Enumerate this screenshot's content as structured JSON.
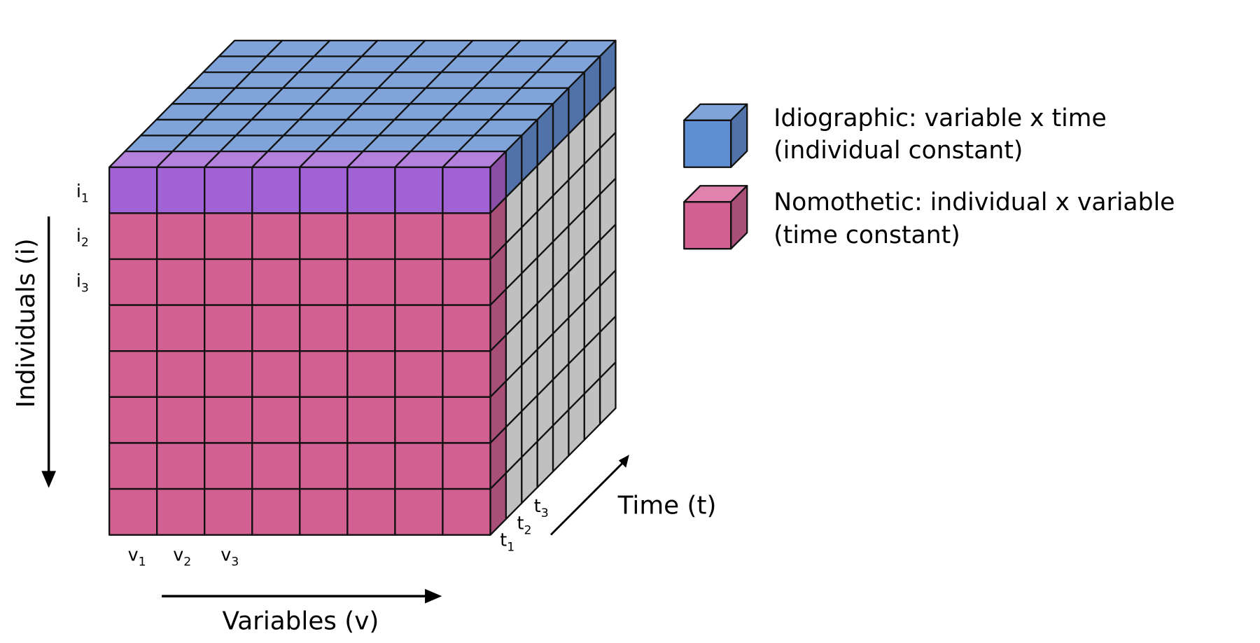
{
  "grid": {
    "individuals": 8,
    "variables": 8,
    "time_points": 8
  },
  "colors": {
    "idiographic_top": "#80a4da",
    "idiographic_side": "#5072a8",
    "idiographic_front": "#5f8fd2",
    "nomothetic_front": "#d36092",
    "nomothetic_top": "#df82ae",
    "nomothetic_side": "#a84f78",
    "overlap_front": "#a062d4",
    "overlap_top": "#b482dc",
    "overlap_side": "#8a50a8",
    "neutral_side": "#c0c0c0",
    "stroke": "#111111"
  },
  "row_labels": [
    {
      "base": "i",
      "sub": "1"
    },
    {
      "base": "i",
      "sub": "2"
    },
    {
      "base": "i",
      "sub": "3"
    }
  ],
  "column_labels": [
    {
      "base": "v",
      "sub": "1"
    },
    {
      "base": "v",
      "sub": "2"
    },
    {
      "base": "v",
      "sub": "3"
    }
  ],
  "time_labels": [
    {
      "base": "t",
      "sub": "1"
    },
    {
      "base": "t",
      "sub": "2"
    },
    {
      "base": "t",
      "sub": "3"
    }
  ],
  "axes": {
    "individuals": "Individuals (i)",
    "variables": "Variables (v)",
    "time": "Time (t)"
  },
  "legend": [
    {
      "line1": "Idiographic: variable x time",
      "line2": "(individual constant)"
    },
    {
      "line1": "Nomothetic: individual x variable",
      "line2": "(time constant)"
    }
  ]
}
